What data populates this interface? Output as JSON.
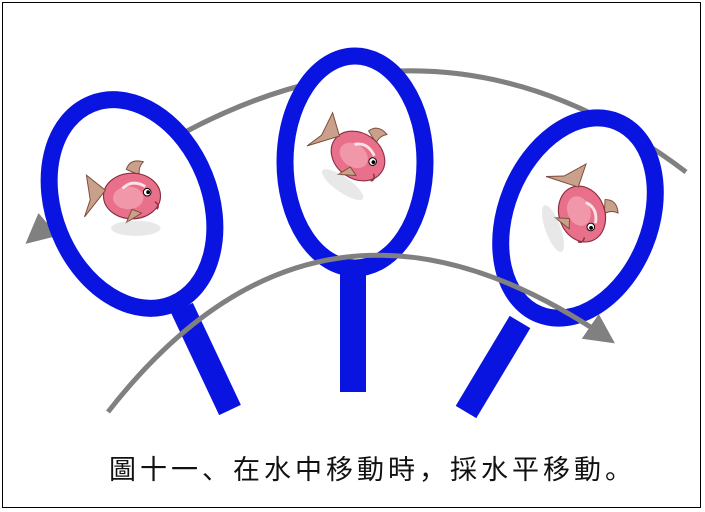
{
  "figure": {
    "caption": "圖十一、在水中移動時，採水平移動。",
    "net_color": "#0a14e0",
    "arrow_color": "#808080",
    "fish_color": "#e8708a"
  },
  "nets": [
    {
      "name": "net-left",
      "icon": "fish-in-net-icon"
    },
    {
      "name": "net-center",
      "icon": "fish-in-net-icon"
    },
    {
      "name": "net-right",
      "icon": "fish-in-net-icon"
    }
  ],
  "arrows": [
    {
      "name": "upper-arc-arrow",
      "direction": "left"
    },
    {
      "name": "lower-arc-arrow",
      "direction": "right"
    }
  ]
}
